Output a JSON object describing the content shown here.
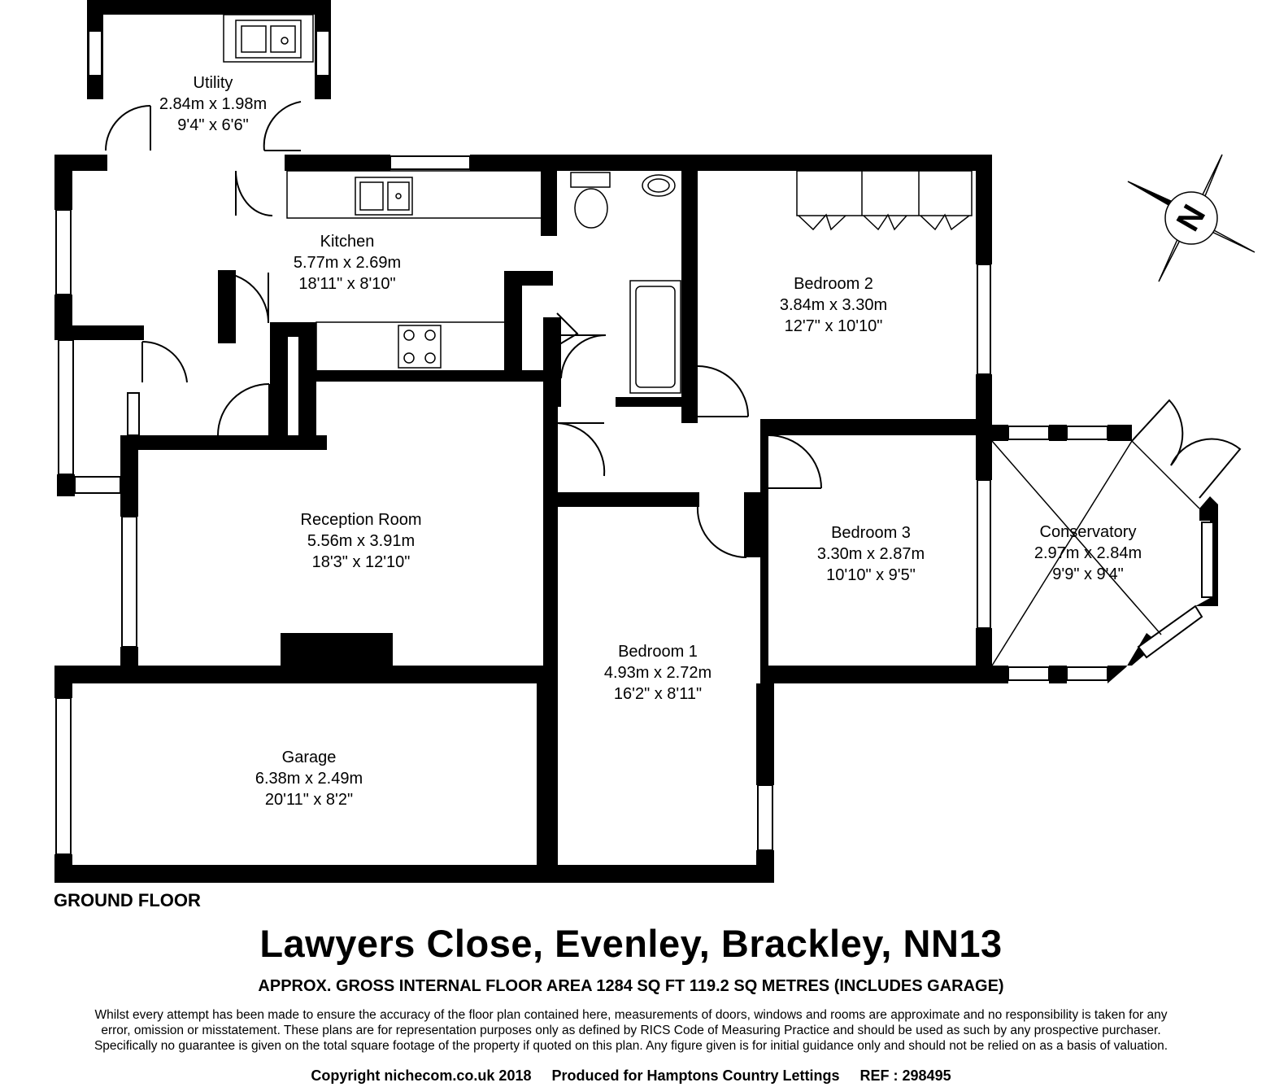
{
  "floor_label": "GROUND FLOOR",
  "address": "Lawyers Close, Evenley, Brackley, NN13",
  "gross_area": "APPROX. GROSS INTERNAL FLOOR AREA 1284 SQ FT 119.2 SQ METRES (INCLUDES GARAGE)",
  "disclaimer": {
    "line1": "Whilst every attempt has been made to ensure the accuracy of the floor plan contained here, measurements of doors, windows and rooms are approximate and no responsibility is taken for any",
    "line2": "error, omission or misstatement. These plans are for representation purposes only as defined by RICS Code of Measuring Practice and should be used as such by any prospective purchaser.",
    "line3": "Specifically no guarantee is given on the total square footage of the property if quoted on this plan. Any figure given is for initial guidance only and should not be relied on as a basis of valuation."
  },
  "footer": {
    "copyright": "Copyright nichecom.co.uk 2018",
    "produced_for": "Produced for Hamptons Country Lettings",
    "ref": "REF : 298495"
  },
  "compass_letter": "N",
  "rooms": {
    "utility": {
      "name": "Utility",
      "metric": "2.84m x 1.98m",
      "imperial": "9'4\" x 6'6\""
    },
    "kitchen": {
      "name": "Kitchen",
      "metric": "5.77m x 2.69m",
      "imperial": "18'11\" x 8'10\""
    },
    "bedroom2": {
      "name": "Bedroom 2",
      "metric": "3.84m x 3.30m",
      "imperial": "12'7\" x 10'10\""
    },
    "reception": {
      "name": "Reception Room",
      "metric": "5.56m x 3.91m",
      "imperial": "18'3\" x 12'10\""
    },
    "bedroom3": {
      "name": "Bedroom 3",
      "metric": "3.30m x 2.87m",
      "imperial": "10'10\" x 9'5\""
    },
    "conservatory": {
      "name": "Conservatory",
      "metric": "2.97m x 2.84m",
      "imperial": "9'9\" x 9'4\""
    },
    "bedroom1": {
      "name": "Bedroom 1",
      "metric": "4.93m x 2.72m",
      "imperial": "16'2\" x 8'11\""
    },
    "garage": {
      "name": "Garage",
      "metric": "6.38m x 2.49m",
      "imperial": "20'11\" x 8'2\""
    }
  }
}
